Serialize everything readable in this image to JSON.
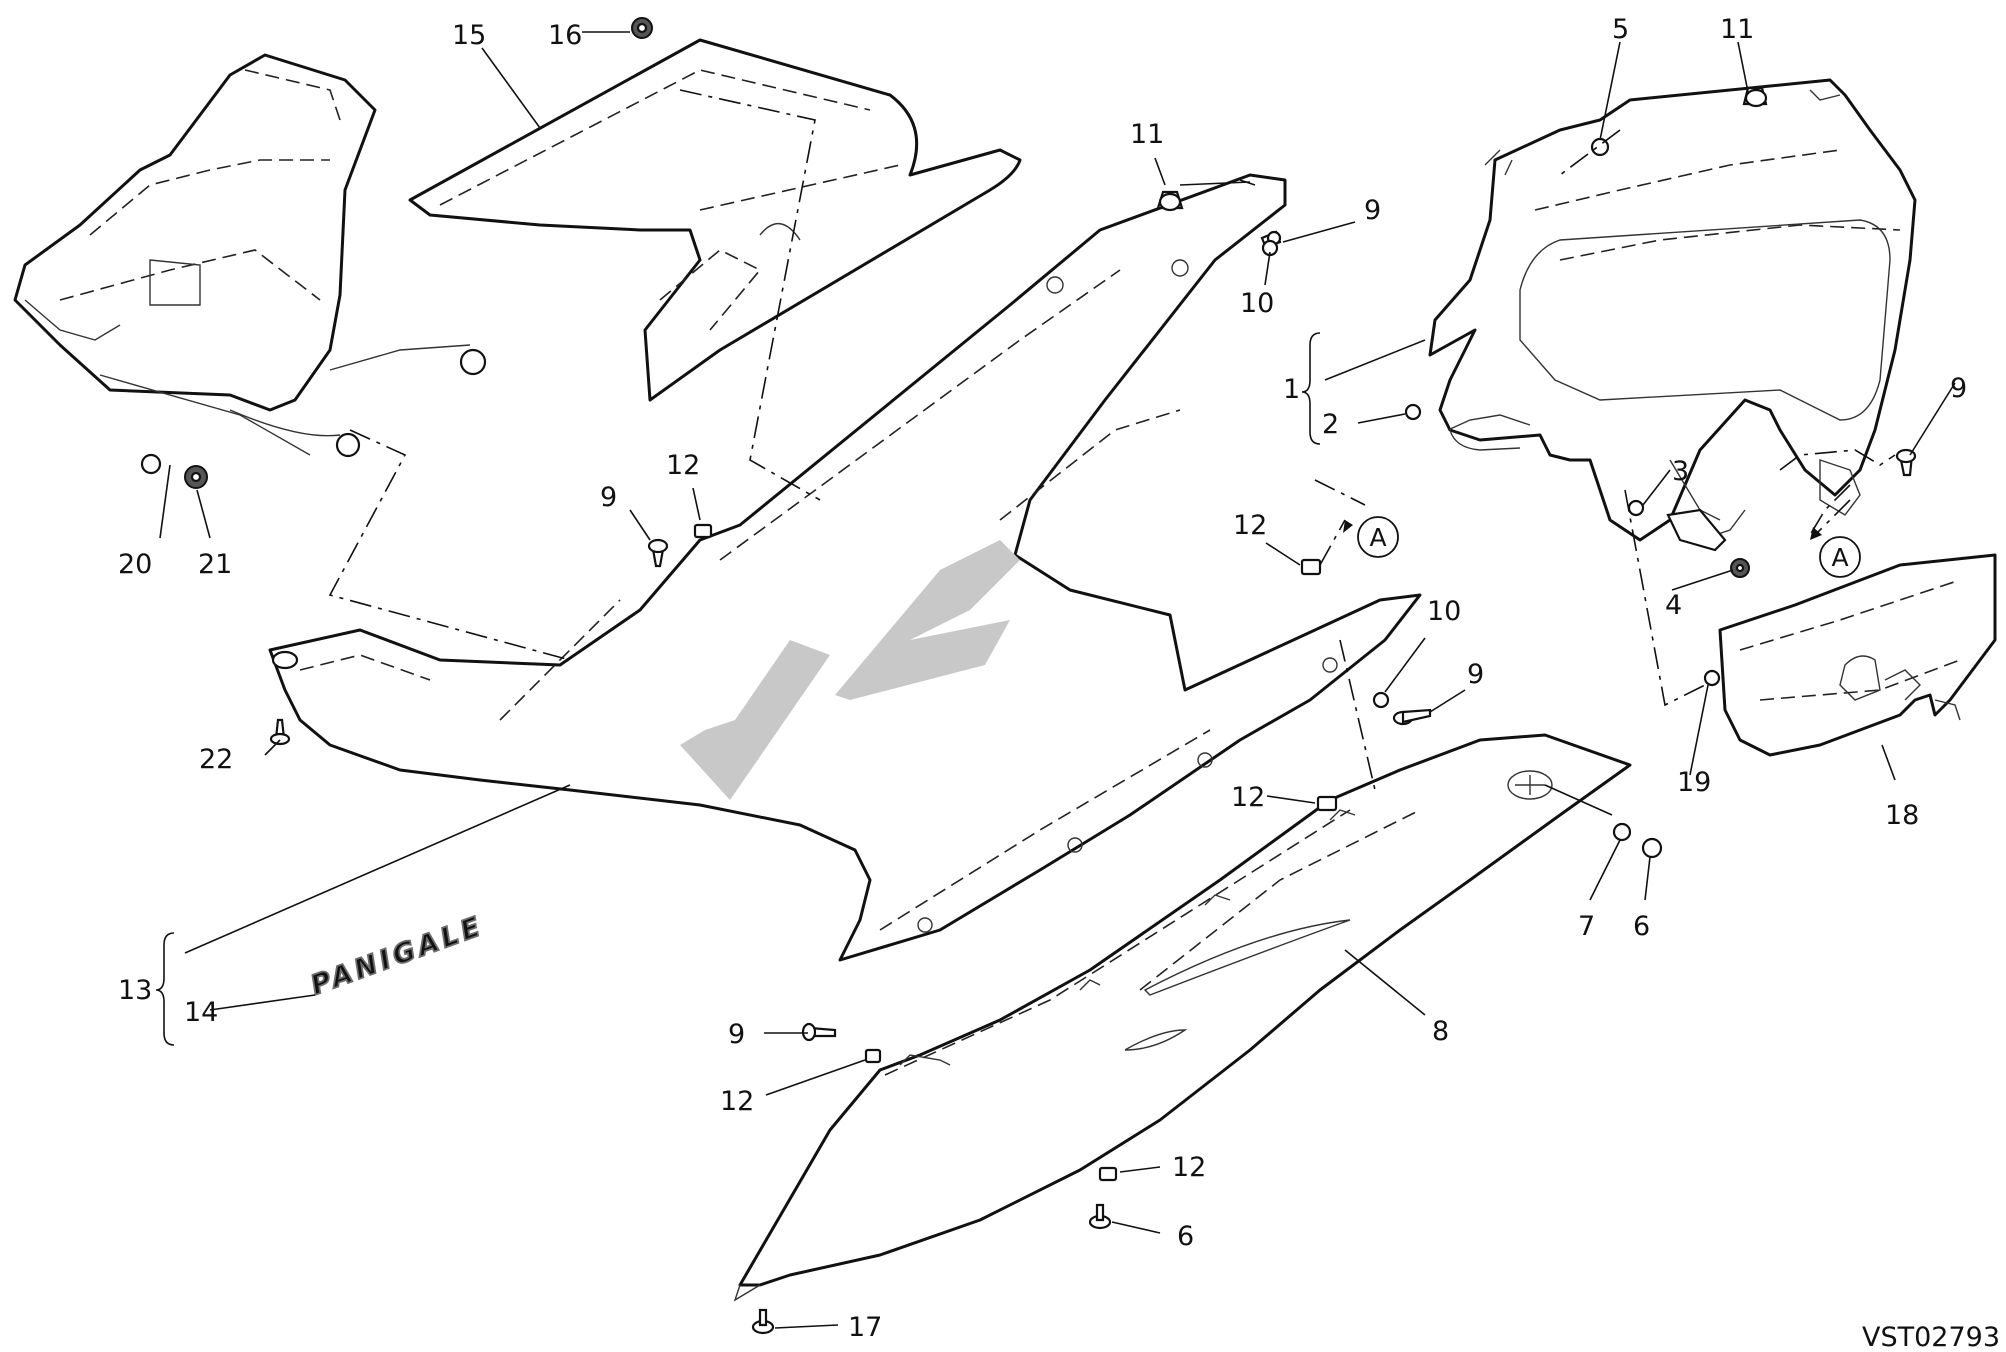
{
  "drawing_code": "VST02793",
  "logos": {
    "model_mark": "V2",
    "model_name": "PANIGALE"
  },
  "colors": {
    "line": "#111111",
    "logo_gray": "#c8c8c8",
    "logo_dark": "#6e6e6e",
    "background": "#ffffff"
  },
  "callouts": {
    "c1": "1",
    "c2": "2",
    "c3": "3",
    "c4": "4",
    "c5": "5",
    "c6a": "6",
    "c6b": "6",
    "c7": "7",
    "c8": "8",
    "c9a": "9",
    "c9b": "9",
    "c9c": "9",
    "c9d": "9",
    "c9e": "9",
    "c10a": "10",
    "c10b": "10",
    "c11a": "11",
    "c11b": "11",
    "c12a": "12",
    "c12b": "12",
    "c12c": "12",
    "c12d": "12",
    "c12e": "12",
    "c13": "13",
    "c14": "14",
    "c15": "15",
    "c16": "16",
    "c17": "17",
    "c18": "18",
    "c19": "19",
    "c20": "20",
    "c21": "21",
    "c22": "22"
  },
  "reference_marks": {
    "ra": "A",
    "rb": "A"
  }
}
